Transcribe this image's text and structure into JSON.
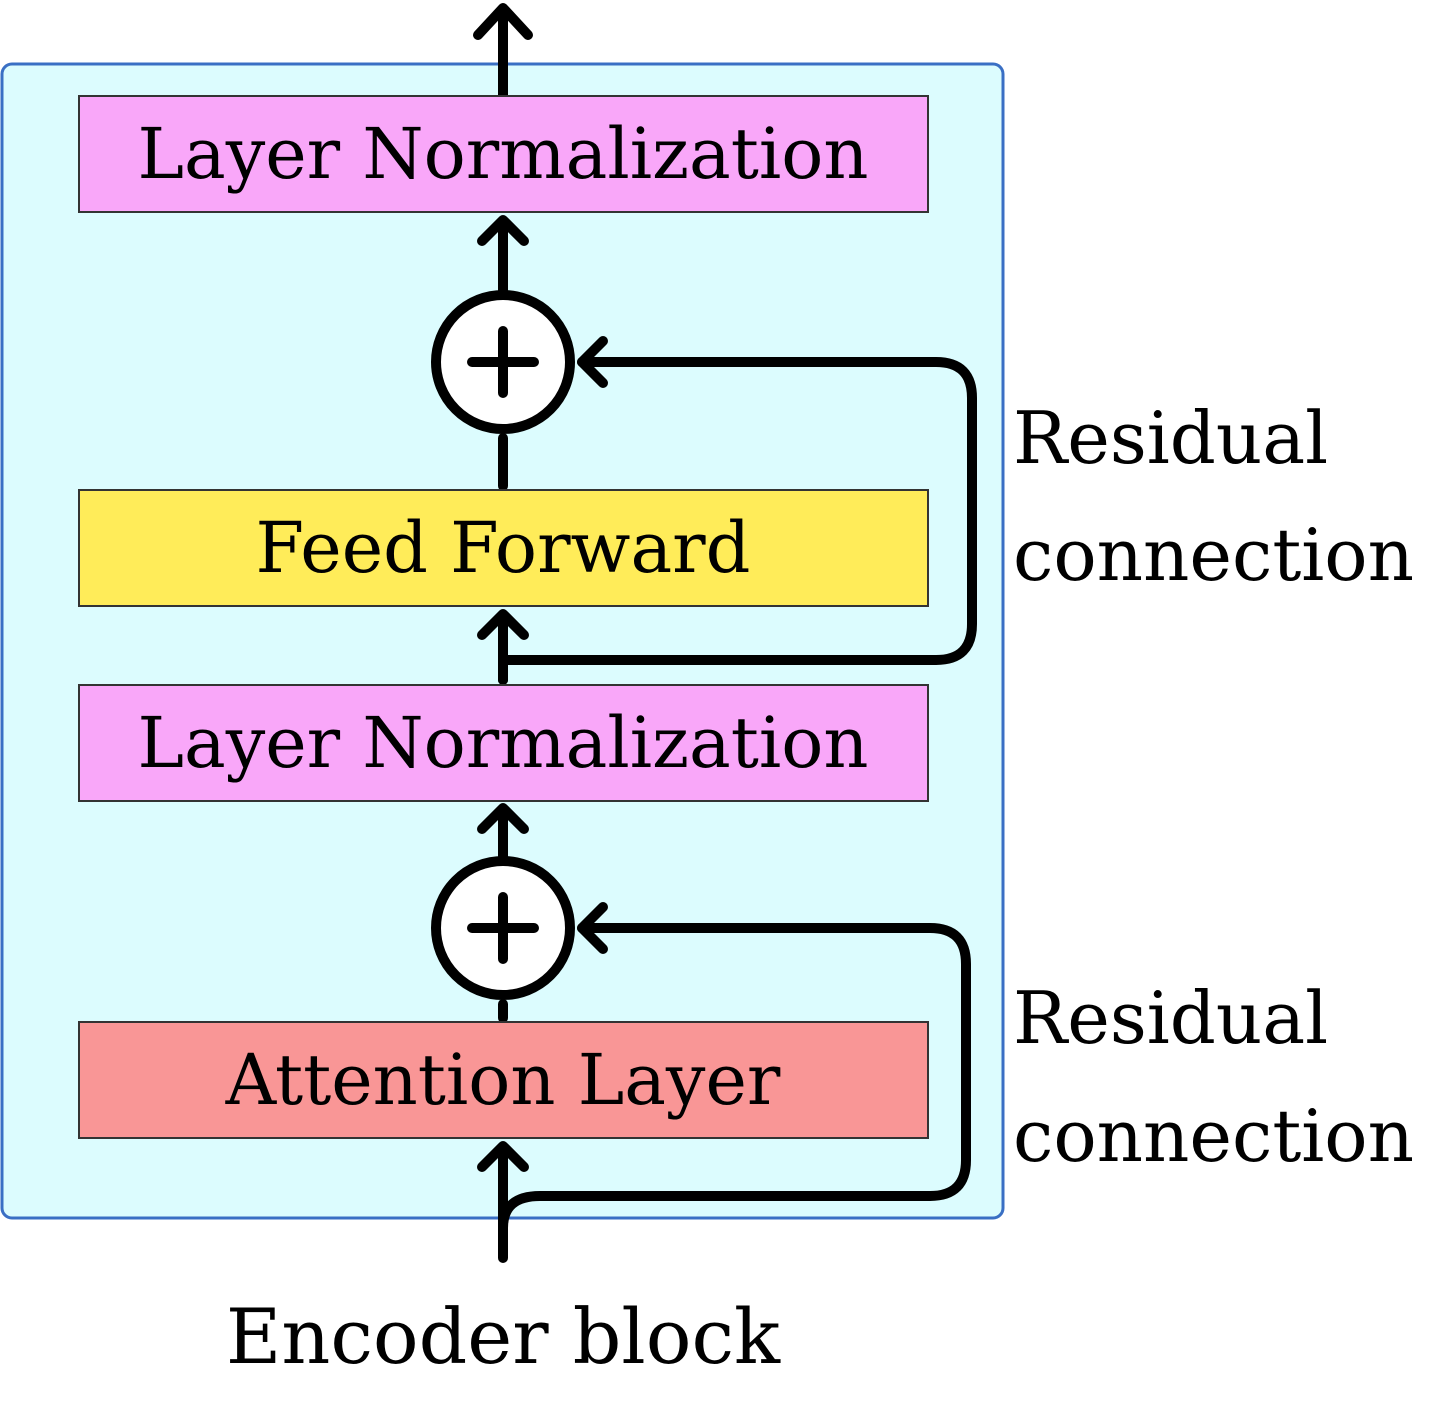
{
  "caption": "Encoder block",
  "blocks": {
    "top_norm": {
      "label": "Layer Normalization",
      "color": "#f9a7f9"
    },
    "feed_forward": {
      "label": "Feed Forward",
      "color": "#ffec59"
    },
    "mid_norm": {
      "label": "Layer Normalization",
      "color": "#f9a7f9"
    },
    "attention": {
      "label": "Attention Layer",
      "color": "#f99696"
    }
  },
  "residuals": {
    "upper": {
      "line1": "Residual",
      "line2": "connection"
    },
    "lower": {
      "line1": "Residual",
      "line2": "connection"
    }
  },
  "adders": {
    "upper": {
      "symbol": "+"
    },
    "lower": {
      "symbol": "+"
    }
  },
  "container": {
    "fill": "#dcfcfe",
    "border": "#3a6fc4"
  }
}
